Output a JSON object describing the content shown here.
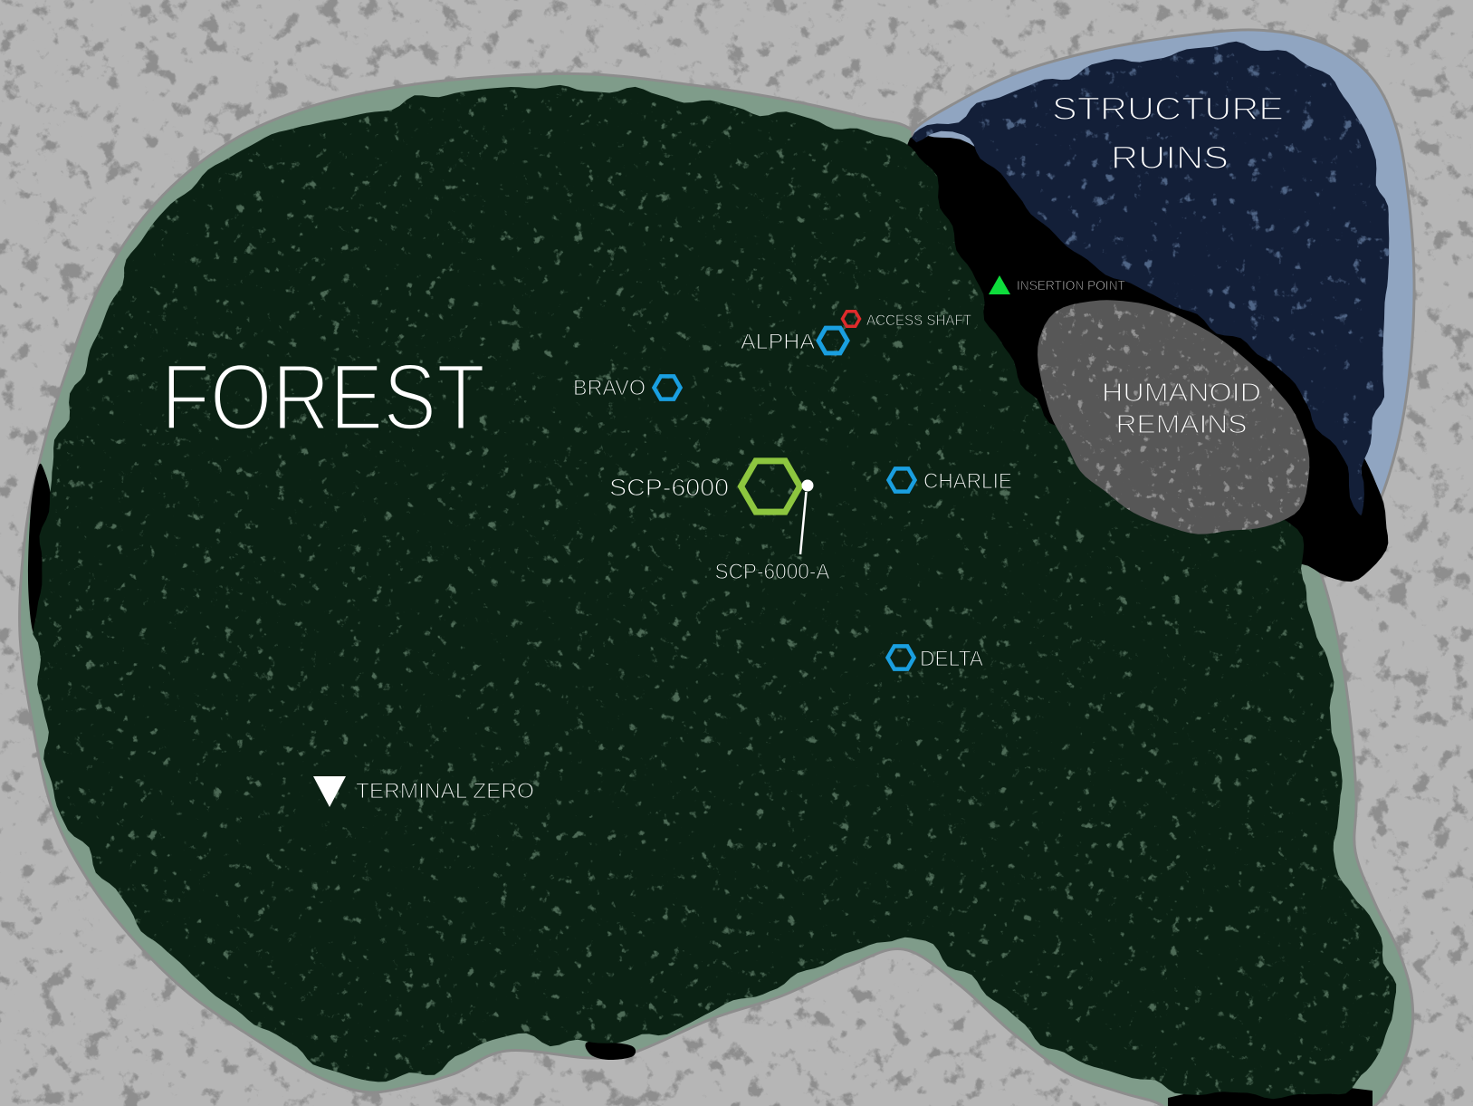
{
  "regions": {
    "forest": {
      "label": "FOREST"
    },
    "structure_ruins": {
      "line1": "STRUCTURE",
      "line2": "RUINS"
    },
    "humanoid_remains": {
      "line1": "HUMANOID",
      "line2": "REMAINS"
    }
  },
  "markers": {
    "insertion_point": {
      "label": "INSERTION POINT",
      "icon": "triangle-up-icon",
      "color": "#0edd3c"
    },
    "access_shaft": {
      "label": "ACCESS SHAFT",
      "icon": "hexagon-outline-icon",
      "color": "#df2b2b"
    },
    "site_alpha": {
      "label": "ALPHA",
      "icon": "hexagon-outline-icon",
      "color": "#1a9fe0"
    },
    "site_bravo": {
      "label": "BRAVO",
      "icon": "hexagon-outline-icon",
      "color": "#1a9fe0"
    },
    "site_charlie": {
      "label": "CHARLIE",
      "icon": "hexagon-outline-icon",
      "color": "#1a9fe0"
    },
    "site_delta": {
      "label": "DELTA",
      "icon": "hexagon-outline-icon",
      "color": "#1a9fe0"
    },
    "scp_6000": {
      "label": "SCP-6000",
      "icon": "hexagon-outline-icon",
      "color": "#8dc63f"
    },
    "scp_6000_a": {
      "label": "SCP-6000-A",
      "icon": "dot-leader-icon",
      "color": "#ffffff"
    },
    "terminal_zero": {
      "label": "TERMINAL ZERO",
      "icon": "triangle-down-icon",
      "color": "#ffffff"
    }
  },
  "palette": {
    "background": "#b6b6b6",
    "background_speckle": "#8e8e8e",
    "outline": "#8d8d8d",
    "forest_fill": "#0b2214",
    "forest_border": "#7f9c8a",
    "forest_speckle": "#4d6a56",
    "ruins_fill": "#131f38",
    "ruins_border": "#90a5c1",
    "ruins_speckle": "#506586",
    "void_fill": "#000000",
    "remains_fill": "#575757",
    "remains_speckle": "#919191",
    "text": "#ffffff"
  }
}
